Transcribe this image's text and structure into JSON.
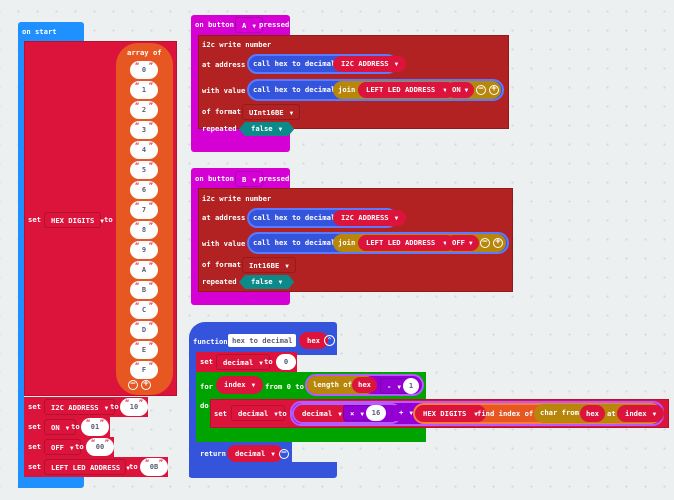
{
  "on_start": {
    "hat_label": "on start",
    "set_hex": {
      "set_label": "set",
      "variable": "HEX DIGITS",
      "to_label": "to",
      "array_label": "array of",
      "items": [
        "0",
        "1",
        "2",
        "3",
        "4",
        "5",
        "6",
        "7",
        "8",
        "9",
        "A",
        "B",
        "C",
        "D",
        "E",
        "F"
      ]
    },
    "sets": [
      {
        "set_label": "set",
        "variable": "I2C ADDRESS",
        "to_label": "to",
        "value": "10"
      },
      {
        "set_label": "set",
        "variable": "ON",
        "to_label": "to",
        "value": "01"
      },
      {
        "set_label": "set",
        "variable": "OFF",
        "to_label": "to",
        "value": "00"
      },
      {
        "set_label": "set",
        "variable": "LEFT LED ADDRESS",
        "to_label": "to",
        "value": "0B"
      }
    ]
  },
  "button_a": {
    "on_label": "on button",
    "button": "A",
    "pressed_label": "pressed",
    "i2c_label": "i2c write number",
    "address_label": "at address",
    "call_label": "call hex to decimal",
    "address_var": "I2C ADDRESS",
    "value_label": "with value",
    "join_label": "join",
    "join_var1": "LEFT LED ADDRESS",
    "join_var2": "ON",
    "format_label": "of format",
    "format": "UInt16BE",
    "repeated_label": "repeated",
    "repeated": "false"
  },
  "button_b": {
    "on_label": "on button",
    "button": "B",
    "pressed_label": "pressed",
    "i2c_label": "i2c write number",
    "address_label": "at address",
    "call_label": "call hex to decimal",
    "address_var": "I2C ADDRESS",
    "value_label": "with value",
    "join_label": "join",
    "join_var1": "LEFT LED ADDRESS",
    "join_var2": "OFF",
    "format_label": "of format",
    "format": "Int16BE",
    "repeated_label": "repeated",
    "repeated": "false"
  },
  "function": {
    "function_label": "function",
    "name": "hex to decimal",
    "param": "hex",
    "set_label": "set",
    "set_var": "decimal",
    "to_label": "to",
    "init_value": "0",
    "for_label": "for",
    "loop_var": "index",
    "from_label": "from 0 to",
    "length_label": "length of",
    "length_arg": "hex",
    "minus_op": "-",
    "minus_value": "1",
    "do_label": "do",
    "inner_set_label": "set",
    "inner_var": "decimal",
    "inner_to": "to",
    "mul_var": "decimal",
    "mul_op": "×",
    "mul_value": "16",
    "plus_op": "+",
    "find_array": "HEX DIGITS",
    "find_label": "find index of",
    "char_label": "char from",
    "char_arg": "hex",
    "at_label": "at",
    "char_index": "index",
    "return_label": "return",
    "return_var": "decimal"
  }
}
